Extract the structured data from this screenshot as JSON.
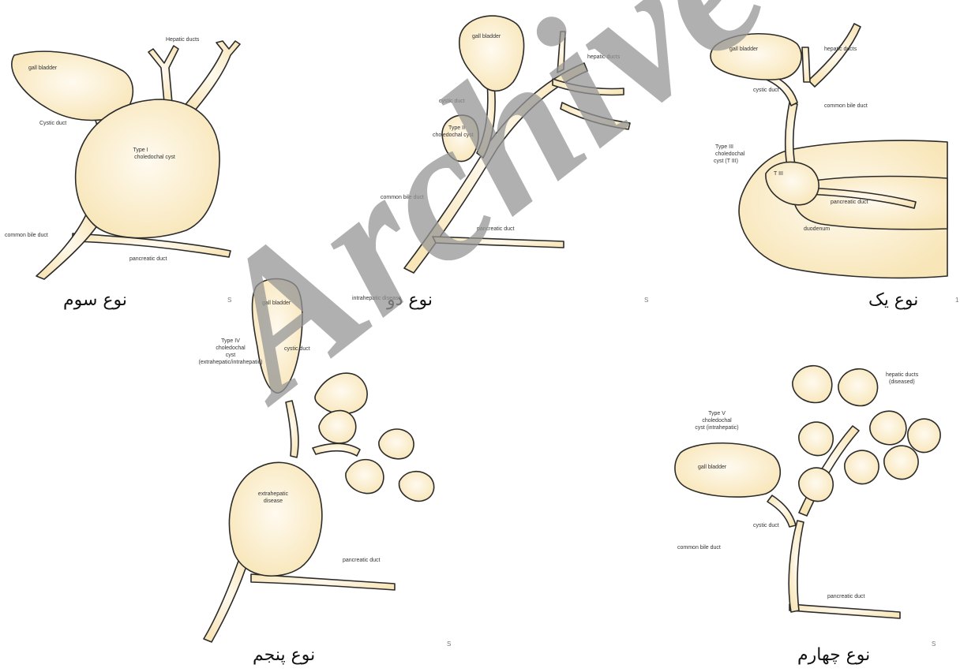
{
  "colors": {
    "organ_fill": "#fdf0c4",
    "stroke": "#2b2b2b",
    "watermark": "#969696"
  },
  "watermark": "Archive of SID",
  "panels": {
    "type1": {
      "caption": "نوع یک",
      "corner_mark": "1",
      "labels": {
        "gall_bladder": "gall bladder",
        "hepatic_ducts": "hepatic ducts",
        "cystic_duct": "cystic duct",
        "common_bile_duct": "common bile duct",
        "type_line1": "Type III",
        "type_line2": "choledochal",
        "type_line3": "cyst (T III)",
        "cyst_tag": "T III",
        "pancreatic_duct": "pancreatic duct",
        "duodenum": "duodenum"
      }
    },
    "type2": {
      "caption": "نوع دو",
      "corner_mark": "S",
      "labels": {
        "gall_bladder": "gall bladder",
        "hepatic_ducts": "hepatic ducts",
        "cystic_duct": "cystic duct",
        "type_line1": "Type II",
        "type_line2": "choledochal cyst",
        "common_bile_duct": "common bile duct",
        "pancreatic_duct": "pancreatic duct"
      }
    },
    "type3": {
      "caption": "نوع سوم",
      "corner_mark": "S",
      "labels": {
        "hepatic_ducts": "Hepatic ducts",
        "gall_bladder": "gall bladder",
        "cystic_duct": "Cystic duct",
        "type_line1": "Type I",
        "type_line2": "choledochal cyst",
        "common_bile_duct": "common bile duct",
        "pancreatic_duct": "pancreatic duct"
      }
    },
    "type4": {
      "caption": "نوع چهارم",
      "corner_mark": "S",
      "labels": {
        "hepatic_line1": "hepatic ducts",
        "hepatic_line2": "(diseased)",
        "type_line1": "Type V",
        "type_line2": "choledochal",
        "type_line3": "cyst (intrahepatic)",
        "gall_bladder": "gall bladder",
        "cystic_duct": "cystic duct",
        "common_bile_duct": "common bile duct",
        "pancreatic_duct": "pancreatic duct"
      }
    },
    "type5": {
      "caption": "نوع پنجم",
      "corner_mark": "S",
      "labels": {
        "gall_bladder": "gall bladder",
        "intrahepatic_disease": "intrahepatic disease",
        "cystic_duct": "cystic duct",
        "type_line1": "Type IV",
        "type_line2": "choledochal",
        "type_line3": "cyst",
        "type_line4": "(extrahepatic/intrahepatic)",
        "extra_line1": "extrahepatic",
        "extra_line2": "disease",
        "pancreatic_duct": "pancreatic duct"
      }
    }
  }
}
